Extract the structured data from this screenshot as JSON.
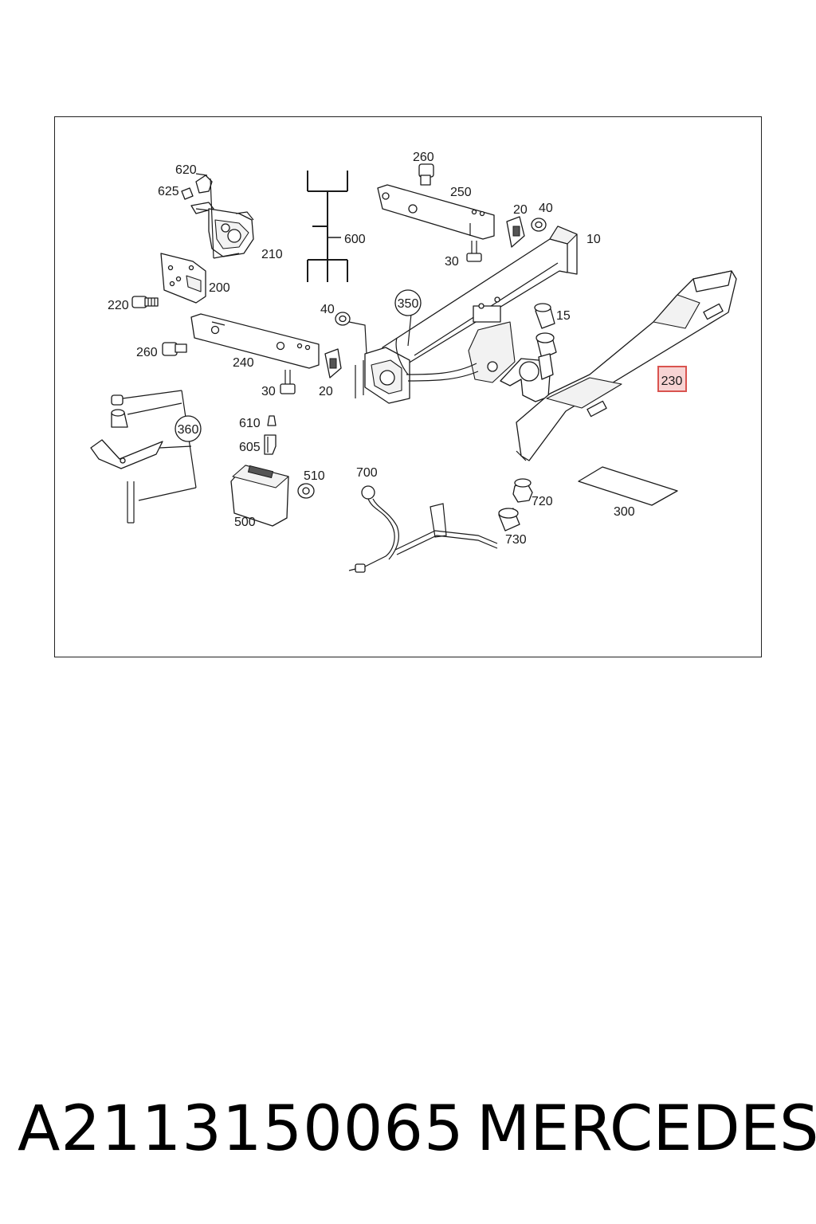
{
  "diagram": {
    "callouts": {
      "c620": "620",
      "c625": "625",
      "c210": "210",
      "c200": "200",
      "c220": "220",
      "c600": "600",
      "c260a": "260",
      "c250": "250",
      "c20a": "20",
      "c40a": "40",
      "c10": "10",
      "c30a": "30",
      "c350": "350",
      "c40b": "40",
      "c15": "15",
      "c260b": "260",
      "c240": "240",
      "c30b": "30",
      "c20b": "20",
      "c230": "230",
      "c360": "360",
      "c610": "610",
      "c605": "605",
      "c510": "510",
      "c500": "500",
      "c700": "700",
      "c720": "720",
      "c730": "730",
      "c300": "300"
    },
    "highlight_color": "#d9534f"
  },
  "footer": {
    "part_number": "A2113150065",
    "brand": "MERCEDES"
  }
}
